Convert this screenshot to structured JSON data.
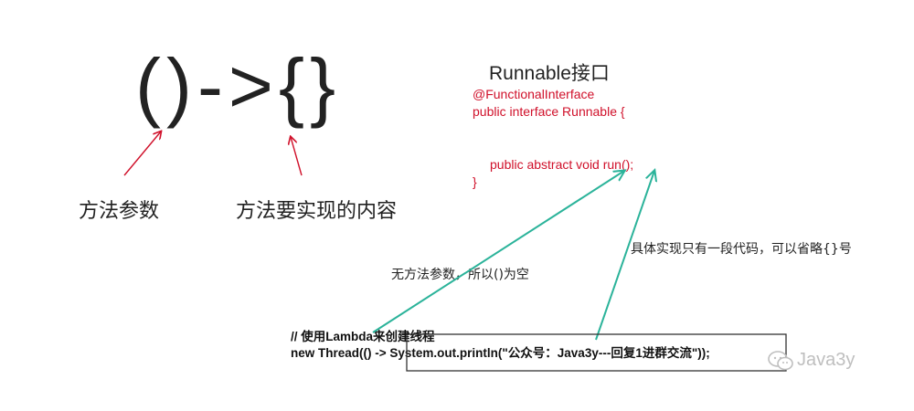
{
  "syntax": {
    "text": "()->{}"
  },
  "labels": {
    "params": "方法参数",
    "body": "方法要实现的内容"
  },
  "runnable": {
    "title": "Runnable接口",
    "annotation": "@FunctionalInterface",
    "declaration": "public interface Runnable {",
    "method": "public abstract void run();",
    "closing": "}"
  },
  "annotations": {
    "no_params": "无方法参数，所以()为空",
    "one_statement": "具体实现只有一段代码，可以省略{}号"
  },
  "code": {
    "comment": "// 使用Lambda来创建线程",
    "line": "new Thread(() -> System.out.println(\"公众号：Java3y---回复1进群交流\"));"
  },
  "watermark": {
    "text": "Java3y"
  },
  "colors": {
    "red_arrow": "#d0102a",
    "teal_arrow": "#2bb39a",
    "code_red": "#d0102a"
  }
}
